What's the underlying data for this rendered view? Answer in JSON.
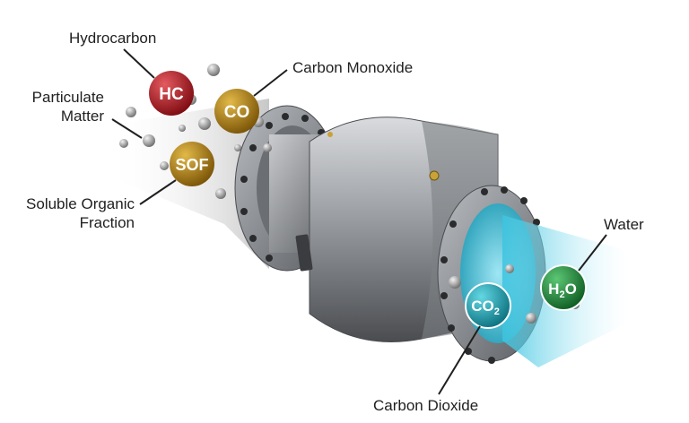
{
  "labels": {
    "hydrocarbon": "Hydrocarbon",
    "carbon_monoxide": "Carbon Monoxide",
    "particulate_line1": "Particulate",
    "particulate_line2": "Matter",
    "soluble_line1": "Soluble Organic",
    "soluble_line2": "Fraction",
    "water": "Water",
    "carbon_dioxide": "Carbon Dioxide"
  },
  "molecules": {
    "hc": "HC",
    "co": "CO",
    "sof": "SOF",
    "co2_base": "CO",
    "co2_sub": "2",
    "h2o_h": "H",
    "h2o_sub": "2",
    "h2o_o": "O"
  },
  "colors": {
    "hydrocarbon": "#b3121c",
    "carbon_monoxide": "#b8860b",
    "soluble_organic_fraction": "#b8860b",
    "carbon_dioxide": "#13a8b5",
    "water": "#1d8a3a",
    "body_metal": "#8c8f93",
    "exhaust_glow": "#6fd6ec"
  }
}
